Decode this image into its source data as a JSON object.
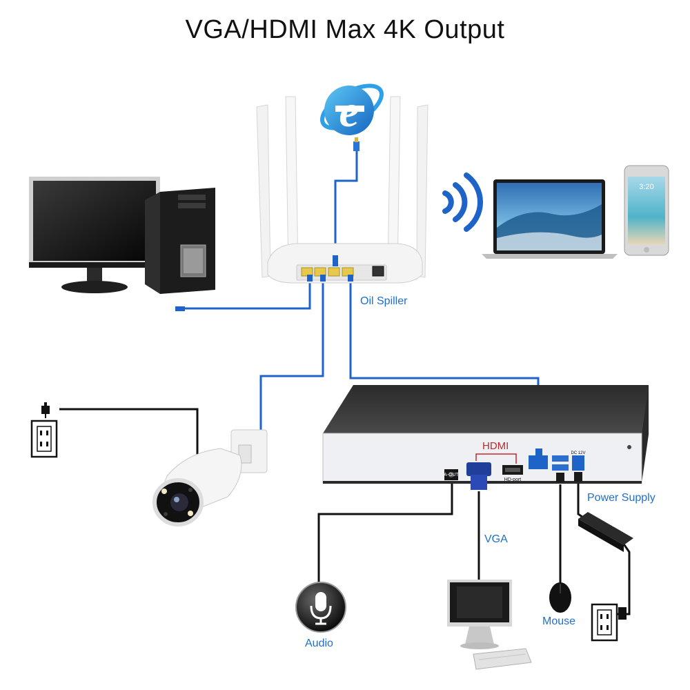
{
  "title": "VGA/HDMI Max 4K Output",
  "labels": {
    "router": "Oil Spiller",
    "hdmi": "HDMI",
    "vga": "VGA",
    "power": "Power Supply",
    "mouse": "Mouse",
    "audio": "Audio"
  },
  "nvr_ports": {
    "audio_out": "A-OUT",
    "hdmi_port": "HD-port",
    "dc": "DC 12V"
  },
  "phone": {
    "time": "3:20"
  },
  "colors": {
    "cable": "#1e63c7",
    "label": "#1f6fc9",
    "black_cable": "#111111"
  }
}
